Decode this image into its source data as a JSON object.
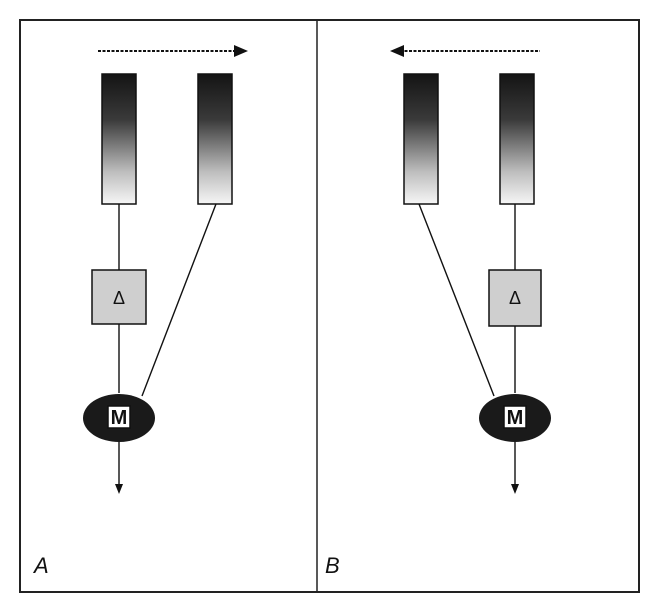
{
  "figure": {
    "panels": [
      {
        "id": "A",
        "letter": "A",
        "arrow_direction": "right",
        "delay_symbol": "Δ",
        "multiplier_symbol": "M",
        "delayed_receptor": "left"
      },
      {
        "id": "B",
        "letter": "B",
        "arrow_direction": "left",
        "delay_symbol": "Δ",
        "multiplier_symbol": "M",
        "delayed_receptor": "right"
      }
    ],
    "colors": {
      "ink": "#111111",
      "frame": "#222222",
      "box_fill": "#cfcfcf",
      "ellipse_fill": "#1a1a1a",
      "receptor_dark": "#141414",
      "receptor_light": "#f4f4f4"
    }
  }
}
